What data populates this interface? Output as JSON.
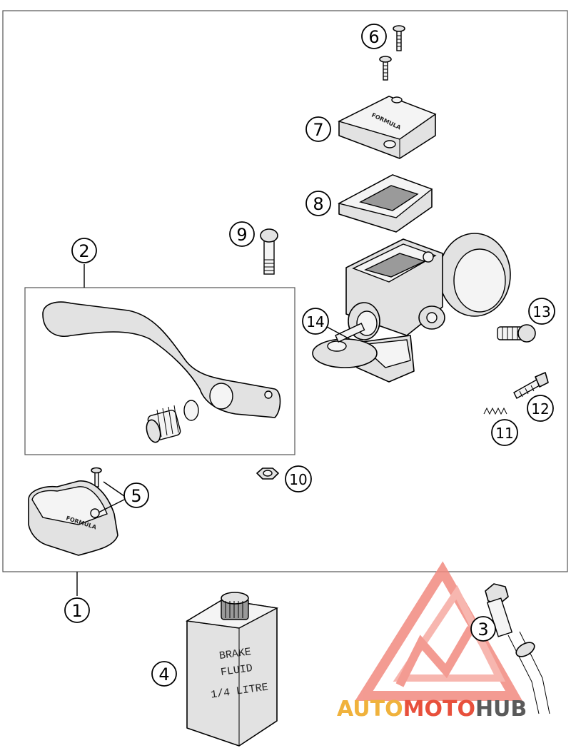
{
  "callouts": [
    "1",
    "2",
    "3",
    "4",
    "5",
    "6",
    "7",
    "8",
    "9",
    "10",
    "11",
    "12",
    "13",
    "14"
  ],
  "brand_label": "FORMULA",
  "fluid_container": {
    "line1": "BRAKE",
    "line2": "FLUID",
    "line3": "1/4 LITRE"
  },
  "watermark": {
    "part1": "AUTO",
    "part2": "MOTO",
    "part3": "HUB",
    "colors": {
      "auto": "#f0b23c",
      "moto": "#e8503c",
      "hub": "#5a5a5a",
      "logo": "#f28a80"
    }
  }
}
